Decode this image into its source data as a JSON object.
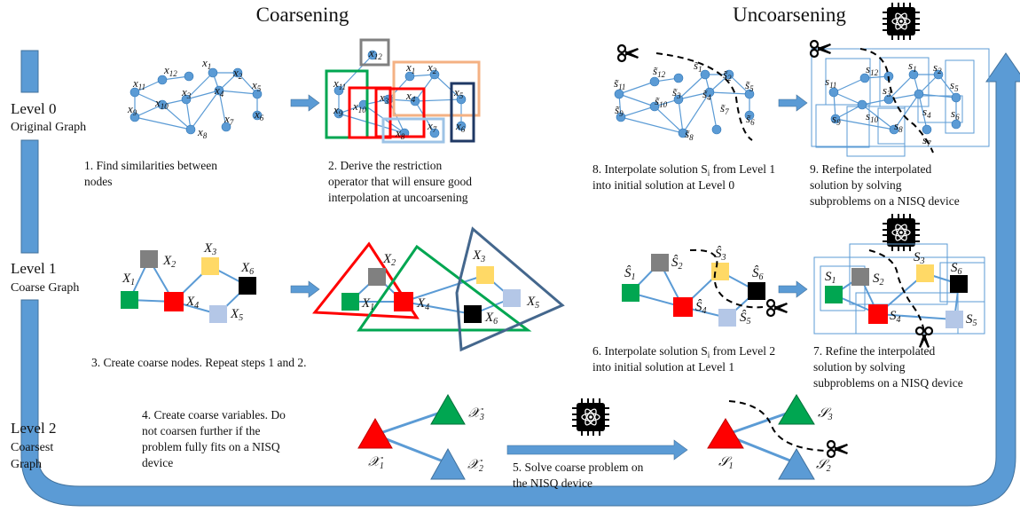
{
  "headings": {
    "left": "Coarsening",
    "right": "Uncoarsening"
  },
  "levels": [
    {
      "name": "Level 0",
      "sub": "Original Graph"
    },
    {
      "name": "Level 1",
      "sub": "Coarse Graph"
    },
    {
      "name": "Level 2",
      "sub1": "Coarsest",
      "sub2": "Graph"
    }
  ],
  "captions": {
    "c1": [
      "1. Find similarities between",
      "nodes"
    ],
    "c2": [
      "2. Derive the restriction",
      "operator that will ensure good",
      "interpolation at uncoarsening"
    ],
    "c3": [
      "3. Create coarse nodes. Repeat steps 1 and 2."
    ],
    "c4": [
      "4. Create coarse variables. Do",
      "not coarsen further if the",
      "problem fully fits on a NISQ",
      "device"
    ],
    "c5": [
      "5. Solve coarse problem on",
      "the NISQ device"
    ],
    "c6": [
      "6. Interpolate solution S",
      " from Level 2",
      "into initial solution at Level 1"
    ],
    "c7": [
      "7. Refine the interpolated",
      "solution by solving",
      "subproblems on a NISQ device"
    ],
    "c8": [
      "8. Interpolate solution S",
      " from Level 1",
      "into initial solution at Level 0"
    ],
    "c9": [
      "9. Refine the interpolated",
      "solution by solving",
      "subproblems on a NISQ device"
    ]
  },
  "caption_subscript": "i",
  "graph0_labels": [
    "x1",
    "x2",
    "x3",
    "x4",
    "x5",
    "x6",
    "x7",
    "x8",
    "x9",
    "x10",
    "x11",
    "x12"
  ],
  "level1_labels": [
    "X1",
    "X2",
    "X3",
    "X4",
    "X5",
    "X6"
  ],
  "level2_labels": [
    "𝒳1",
    "𝒳2",
    "𝒳3"
  ],
  "level2_solution_labels": [
    "𝒮1",
    "𝒮2",
    "𝒮3"
  ],
  "colors": {
    "arrow": "#5b9bd5",
    "node": "#5b9bd5",
    "red": "#ff0000",
    "green": "#00a651",
    "gray": "#808080",
    "yellow": "#ffd966",
    "black": "#000000",
    "lightblue": "#b4c7e7"
  },
  "icons": [
    "quantum-chip-icon",
    "scissors-icon"
  ]
}
